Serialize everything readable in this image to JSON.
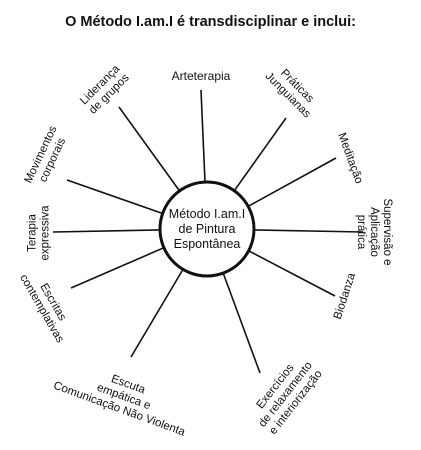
{
  "title": "O Método I.am.I é transdisciplinar e inclui:",
  "center": {
    "lines": [
      "Método I.am.I",
      "de Pintura",
      "Espontânea"
    ]
  },
  "branches": [
    {
      "id": "arteterapia",
      "lines": [
        "Arteterapia"
      ]
    },
    {
      "id": "praticas-junguianas",
      "lines": [
        "Práticas",
        "Junguianas"
      ]
    },
    {
      "id": "meditacao",
      "lines": [
        "Meditação"
      ]
    },
    {
      "id": "supervisao",
      "lines": [
        "Supervisão e",
        "Aplicação",
        "prática"
      ]
    },
    {
      "id": "biodanza",
      "lines": [
        "Biodanza"
      ]
    },
    {
      "id": "exercicios",
      "lines": [
        "Exercícios",
        "de relaxamento",
        "e interiorização"
      ]
    },
    {
      "id": "escuta-empatica",
      "lines": [
        "Escuta",
        "empática e",
        "Comunicação Não Violenta"
      ]
    },
    {
      "id": "escritas-contemplativas",
      "lines": [
        "Escritas",
        "contemplativas"
      ]
    },
    {
      "id": "terapia-expressiva",
      "lines": [
        "Terapia",
        "expressiva"
      ]
    },
    {
      "id": "movimentos-corporais",
      "lines": [
        "Movimentos",
        "corporais"
      ]
    },
    {
      "id": "lideranca-de-grupos",
      "lines": [
        "Liderança",
        "de grupos"
      ]
    }
  ],
  "colors": {
    "line": "#111111",
    "text": "#111111",
    "background": "#ffffff"
  }
}
